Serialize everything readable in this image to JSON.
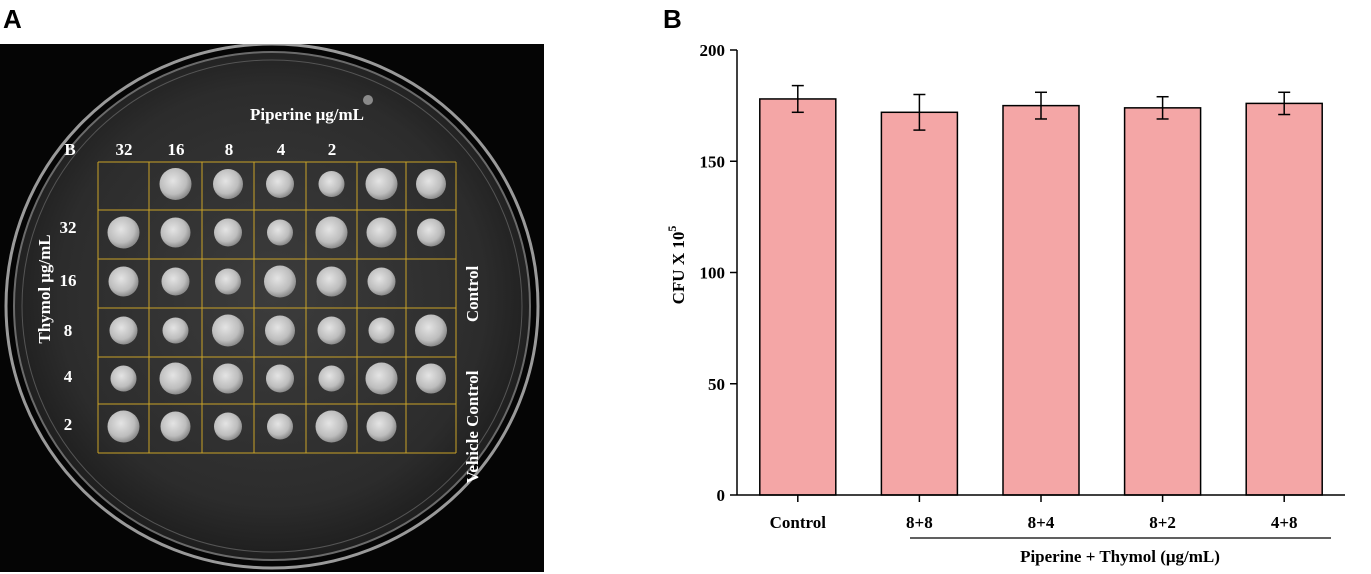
{
  "panel_a": {
    "letter": "A",
    "top_label": "Piperine μg/mL",
    "side_label": "Thymol μg/mL",
    "column_labels": [
      "B",
      "32",
      "16",
      "8",
      "4",
      "2"
    ],
    "row_labels": [
      "32",
      "16",
      "8",
      "4",
      "2"
    ],
    "right_label_1": "Control",
    "right_label_2": "Vehicle Control"
  },
  "panel_b": {
    "letter": "B",
    "chart_data": {
      "type": "bar",
      "categories": [
        "Control",
        "8+8",
        "8+4",
        "8+2",
        "4+8"
      ],
      "values": [
        178,
        172,
        175,
        174,
        176
      ],
      "errors": [
        6,
        8,
        6,
        5,
        5
      ],
      "ylabel": "CFU X 10",
      "ylabel_superscript": "5",
      "xlabel": "Piperine + Thymol (μg/mL)",
      "ylim": [
        0,
        200
      ],
      "yticks": [
        0,
        50,
        100,
        150,
        200
      ],
      "bar_color": "#f4a6a6",
      "grid": false
    }
  }
}
